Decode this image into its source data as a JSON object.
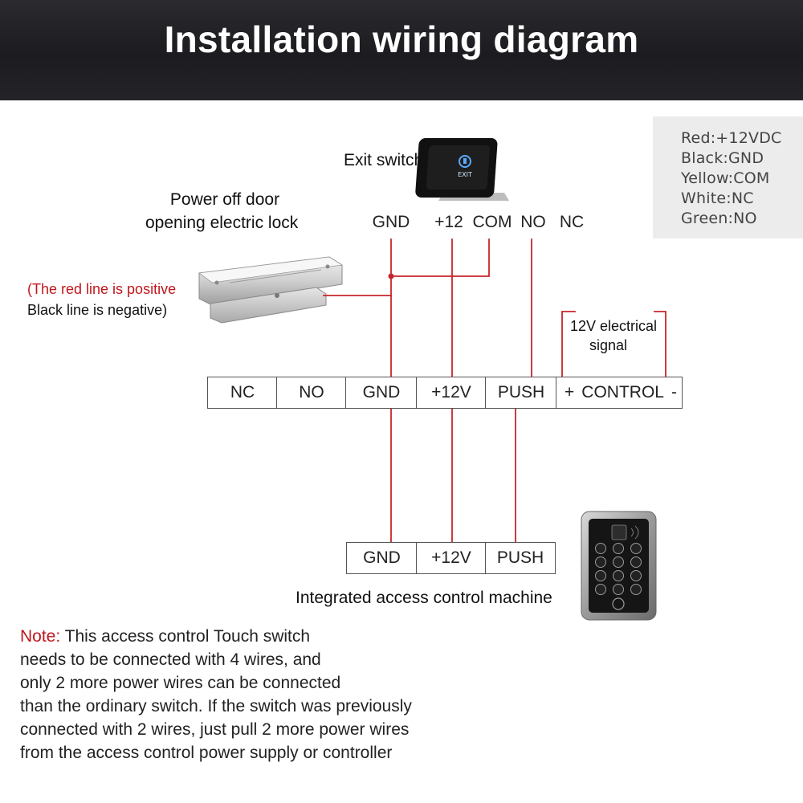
{
  "title": "Installation wiring diagram",
  "legend": [
    {
      "text": "Red:+12VDC"
    },
    {
      "text": "Black:GND"
    },
    {
      "text": "Yellow:COM"
    },
    {
      "text": "White:NC"
    },
    {
      "text": "Green:NO"
    }
  ],
  "exit_switch": {
    "label": "Exit switch",
    "button_text": "EXIT",
    "terminals": [
      "GND",
      "+12",
      "COM",
      "NO",
      "NC"
    ]
  },
  "lock": {
    "label_line1": "Power off door",
    "label_line2": "opening electric lock",
    "wire_note_line1": "(The red line is positive",
    "wire_note_line2": "Black line is negative)"
  },
  "controller": {
    "terminals": [
      "NC",
      "NO",
      "GND",
      "+12V",
      "PUSH"
    ],
    "control_plus": "+",
    "control_label": "CONTROL",
    "control_minus": "-",
    "signal_line1": "12V electrical",
    "signal_line2": "signal"
  },
  "access_machine": {
    "terminals": [
      "GND",
      "+12V",
      "PUSH"
    ],
    "label": "Integrated access control machine"
  },
  "note": {
    "prefix": "Note:",
    "line1": " This access control Touch switch",
    "line2": "needs to be connected with 4 wires, and",
    "line3": "only 2 more power wires can be connected",
    "line4": "than the ordinary switch. If the switch was previously",
    "line5": "connected with 2 wires, just pull 2 more power wires",
    "line6": "from the access control power supply or controller"
  },
  "colors": {
    "wire": "#c8252b",
    "banner": "#222226",
    "note_prefix": "#c0161c"
  }
}
